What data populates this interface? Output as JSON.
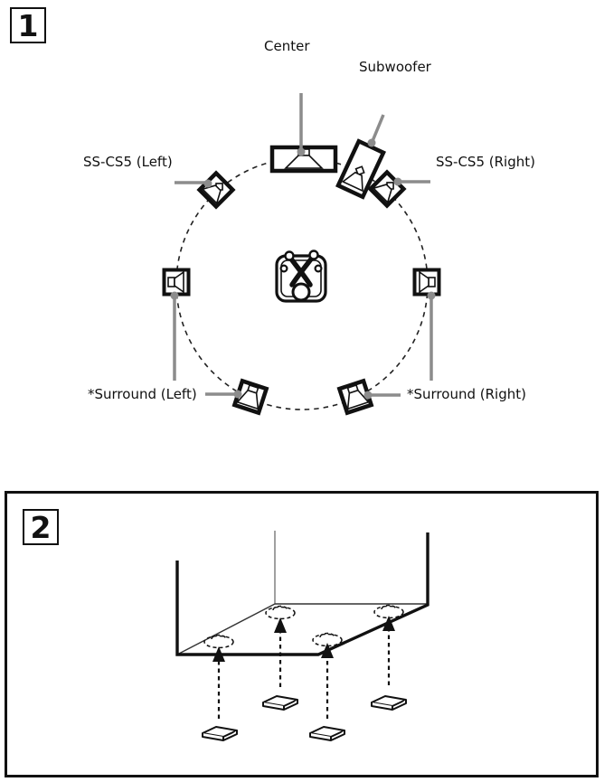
{
  "colors": {
    "ink": "#111111",
    "gray_line": "#8c8c8c",
    "background": "#ffffff"
  },
  "section1": {
    "badge": "1",
    "labels": {
      "center": "Center",
      "subwoofer": "Subwoofer",
      "front_left": "SS-CS5 (Left)",
      "front_right": "SS-CS5 (Right)",
      "surround_left": "*Surround (Left)",
      "surround_right": "*Surround (Right)"
    }
  },
  "section2": {
    "badge": "2"
  }
}
